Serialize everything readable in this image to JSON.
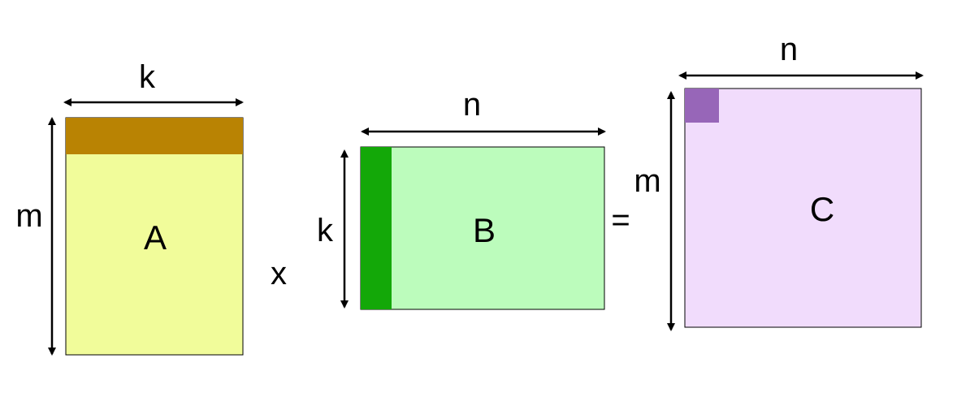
{
  "matrices": {
    "a": {
      "name": "A",
      "width_label": "k",
      "height_label": "m",
      "fill": "#f1fc9a",
      "highlight": "#b98303"
    },
    "b": {
      "name": "B",
      "width_label": "n",
      "height_label": "k",
      "fill": "#bcfcbc",
      "highlight": "#13a808"
    },
    "c": {
      "name": "C",
      "width_label": "n",
      "height_label": "m",
      "fill": "#f1dcfc",
      "highlight": "#9766b8"
    }
  },
  "operators": {
    "multiply": "x",
    "equals": "="
  }
}
